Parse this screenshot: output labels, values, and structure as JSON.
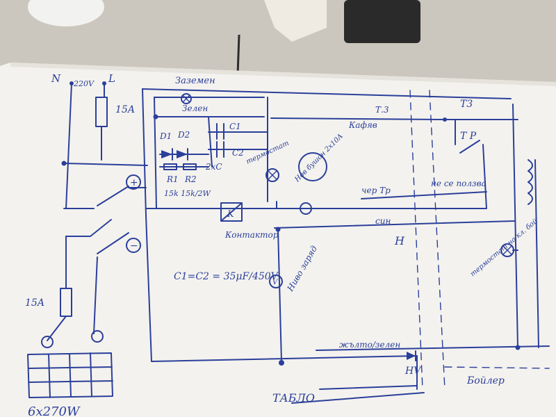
{
  "labels": {
    "n": "N",
    "v220": "220V",
    "l": "L",
    "ground": "Заземен",
    "fuse1": "15A",
    "green": "Зелен",
    "d1": "D1",
    "d2": "D2",
    "c1": "C1",
    "c2": "C2",
    "two_c": "2xC",
    "r1": "R1",
    "r2": "R2",
    "r_values": "15k 15k/2W",
    "t3a": "Т.3",
    "brown": "Кафяв",
    "t3b": "Т3",
    "tp1": "Т Р",
    "thermostat": "термостат",
    "new_fuse": "Нов бушон 2x10A",
    "red_tp": "чер Тр",
    "not_used": "не се ползва",
    "k": "K",
    "contactor": "Контактор",
    "blue": "син",
    "h": "H",
    "capacitors": "C1=C2 = 35μF/450V",
    "v": "V",
    "charge_level": "Ниво заряд",
    "boiler_lamp": "термостат на кл. бой",
    "fuse2": "15A",
    "plus": "+",
    "minus": "−",
    "yellow_green": "жълто/зелен",
    "hv": "HV",
    "boiler": "Бойлер",
    "tablo": "ТАБЛО",
    "panels": "6x270W"
  }
}
